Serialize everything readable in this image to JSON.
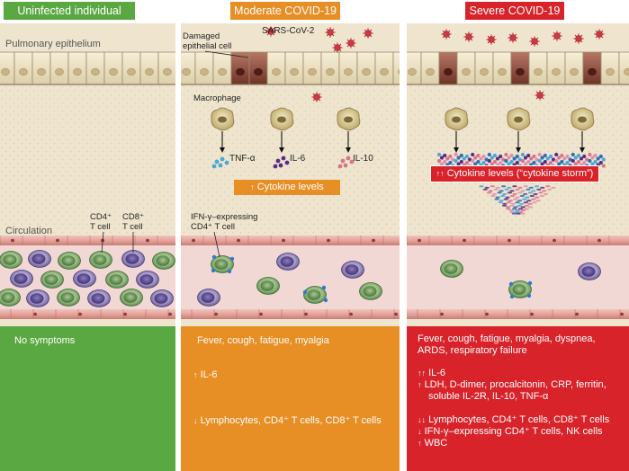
{
  "headers": {
    "uninfected": "Uninfected individual",
    "moderate": "Moderate COVID-19",
    "severe": "Severe COVID-19"
  },
  "labels": {
    "pulmonary_epithelium": "Pulmonary epithelium",
    "circulation": "Circulation",
    "damaged_epithelial_cell": "Damaged\nepithelial cell",
    "sars_cov_2": "SARS-CoV-2",
    "macrophage": "Macrophage",
    "tnf": "TNF-α",
    "il6": "IL-6",
    "il10": "IL-10",
    "cd4_t_cell": "CD4⁺\nT cell",
    "cd8_t_cell": "CD8⁺\nT cell",
    "ifn_cd4": "IFN-γ–expressing\nCD4⁺ T cell",
    "cytokine_levels": "Cytokine levels",
    "cytokine_storm": "Cytokine levels (“cytokine storm”)"
  },
  "symptoms": {
    "uninfected": [
      "No symptoms"
    ],
    "moderate": {
      "clinical": "Fever, cough, fatigue, myalgia",
      "up": "IL-6",
      "down": "Lymphocytes, CD4⁺ T cells, CD8⁺ T cells"
    },
    "severe": {
      "clinical": [
        "Fever, cough, fatigue, myalgia, dyspnea,",
        "ARDS, respiratory failure"
      ],
      "up2": "IL-6",
      "up": [
        "LDH, D-dimer, procalcitonin, CRP, ferritin,",
        "soluble IL-2R, IL-10, TNF-α"
      ],
      "down2": "Lymphocytes, CD4⁺ T cells, CD8⁺ T cells",
      "down": "IFN-γ–expressing CD4⁺ T cells, NK cells",
      "up_wbc": "WBC"
    }
  },
  "arrows": {
    "up": "↑",
    "down": "↓",
    "up2": "↑↑",
    "down2": "↓↓"
  },
  "colors": {
    "green": "#5aa842",
    "orange": "#e78e24",
    "red": "#d8232a",
    "epithelium": "#efe5cf",
    "damaged_cell": "#8a4a3c",
    "vessel": "#f2d8d5",
    "virus": "#b32631"
  }
}
